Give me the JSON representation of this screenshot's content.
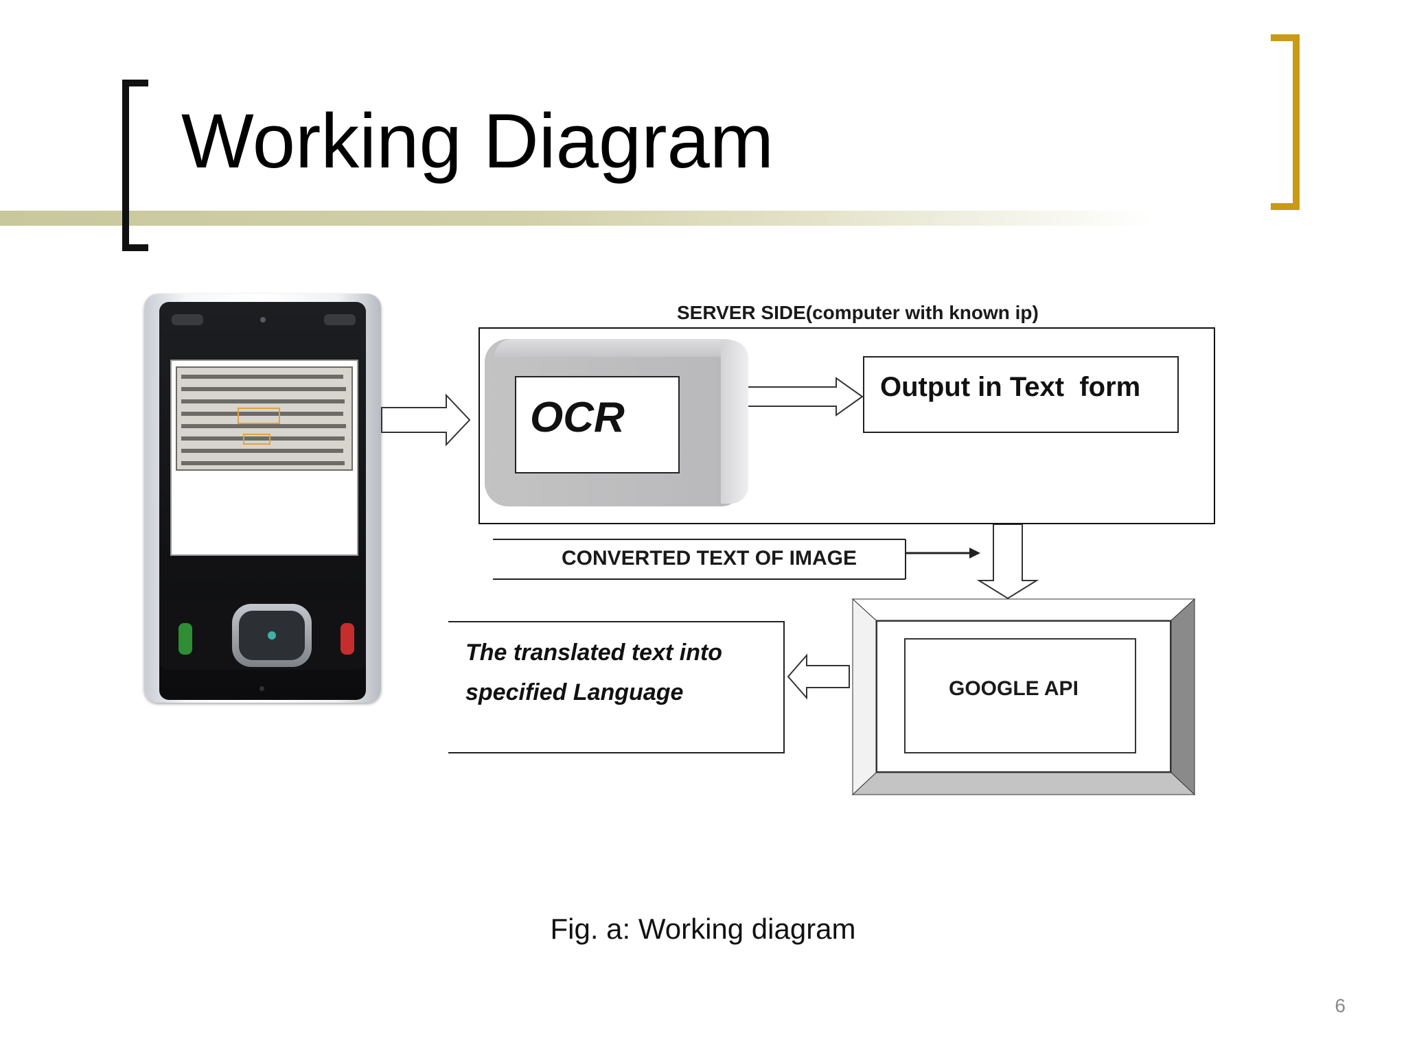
{
  "slide": {
    "title": "Working Diagram",
    "caption": "Fig. a: Working diagram",
    "page_number": "6",
    "accent_colors": {
      "left_bracket": "#111111",
      "right_bracket": "#c89b14",
      "rule": "#c9c79c"
    }
  },
  "diagram": {
    "server_label": "SERVER SIDE(computer with known ip)",
    "ocr_label": "OCR",
    "output_label": "Output in Text  form",
    "converted_label": "CONVERTED TEXT OF IMAGE",
    "api_label": "GOOGLE API",
    "translated_label": "The translated text into specified Language",
    "icons": [
      "phone-icon",
      "arrow-right-icon",
      "arrow-down-icon",
      "arrow-left-icon"
    ]
  }
}
